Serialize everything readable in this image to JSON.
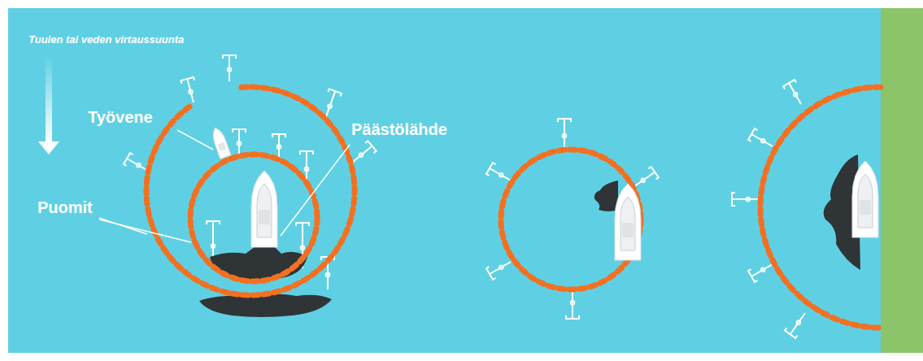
{
  "diagram": {
    "labels": [
      "Tuulen tai veden virtaussuunta",
      "Työvene",
      "Päästölähde",
      "Puomit"
    ]
  }
}
